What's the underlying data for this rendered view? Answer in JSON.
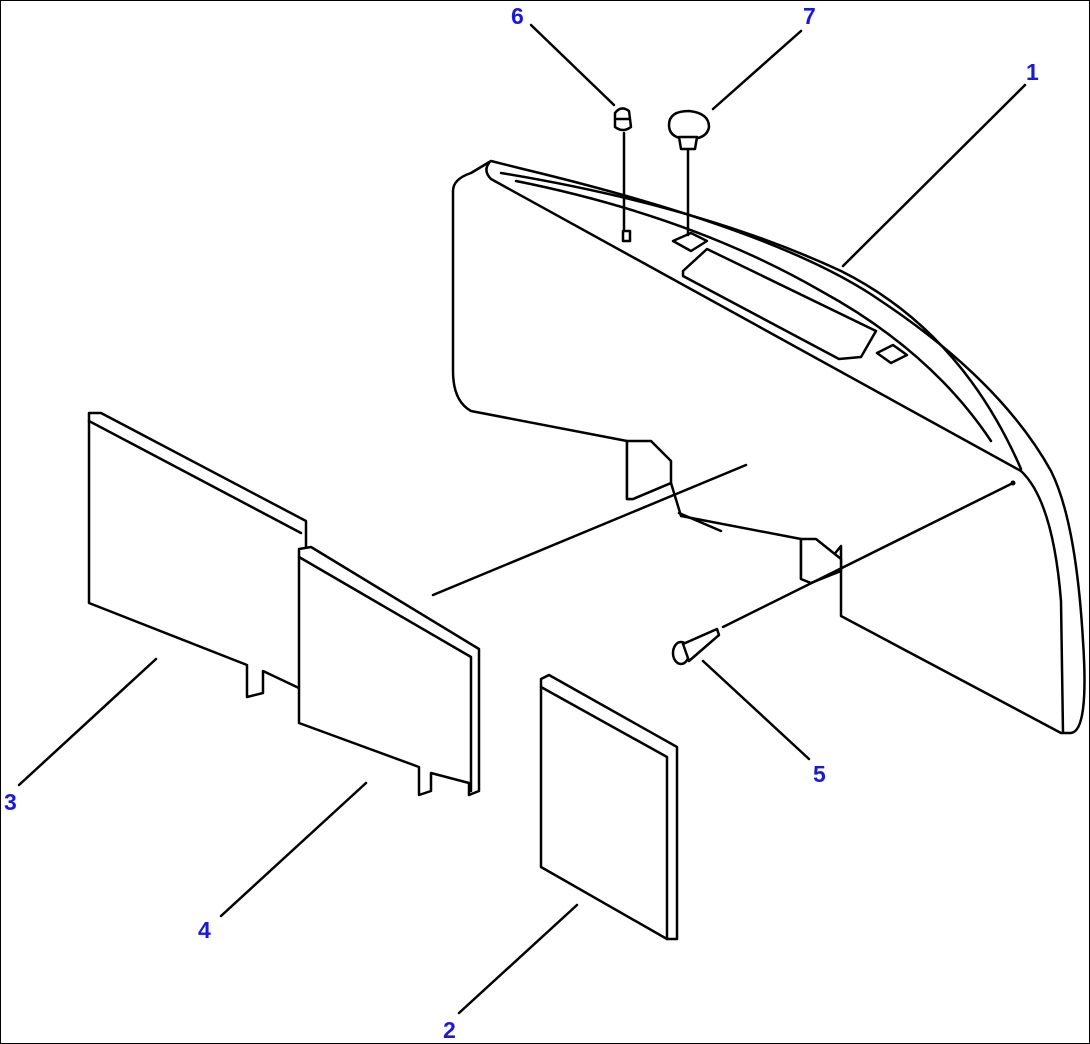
{
  "diagram": {
    "callouts": [
      {
        "id": "1",
        "text": "1"
      },
      {
        "id": "2",
        "text": "2"
      },
      {
        "id": "3",
        "text": "3"
      },
      {
        "id": "4",
        "text": "4"
      },
      {
        "id": "5",
        "text": "5"
      },
      {
        "id": "6",
        "text": "6"
      },
      {
        "id": "7",
        "text": "7"
      }
    ],
    "colors": {
      "callout": "#1a1ad6",
      "line": "#000000",
      "background": "#ffffff"
    }
  }
}
